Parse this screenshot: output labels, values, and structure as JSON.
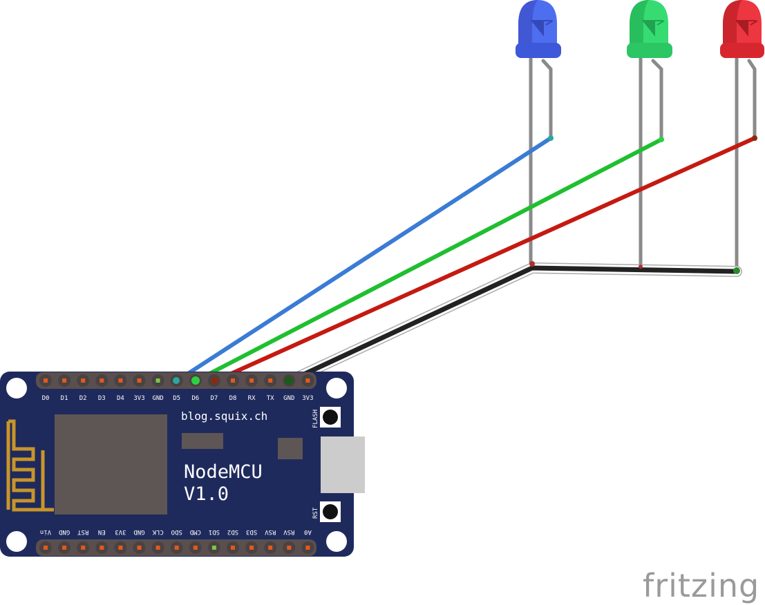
{
  "board": {
    "website": "blog.squix.ch",
    "name_line1": "NodeMCU",
    "name_line2": "V1.0",
    "flash_label": "FLASH",
    "rst_label": "RST",
    "top_pins": [
      "D0",
      "D1",
      "D2",
      "D3",
      "D4",
      "3V3",
      "GND",
      "D5",
      "D6",
      "D7",
      "D8",
      "RX",
      "TX",
      "GND",
      "3V3"
    ],
    "bottom_pins": [
      "A0",
      "RSV",
      "RSV",
      "SD3",
      "SD2",
      "SD1",
      "CMD",
      "SDO",
      "CLK",
      "GND",
      "3V3",
      "EN",
      "RST",
      "GND",
      "Vin"
    ],
    "color": "#1f2a5c"
  },
  "leds": [
    {
      "name": "blue-led",
      "color": "#4a63e8"
    },
    {
      "name": "green-led",
      "color": "#2fd36a"
    },
    {
      "name": "red-led",
      "color": "#e8303a"
    }
  ],
  "wires": [
    {
      "name": "blue-wire",
      "color": "#3a7bd5"
    },
    {
      "name": "green-wire",
      "color": "#1fbf2f"
    },
    {
      "name": "red-wire",
      "color": "#c41a12"
    },
    {
      "name": "ground-wire",
      "color": "#222222"
    }
  ],
  "brand": {
    "text": "fritzing",
    "color": "#9a9a9a"
  }
}
